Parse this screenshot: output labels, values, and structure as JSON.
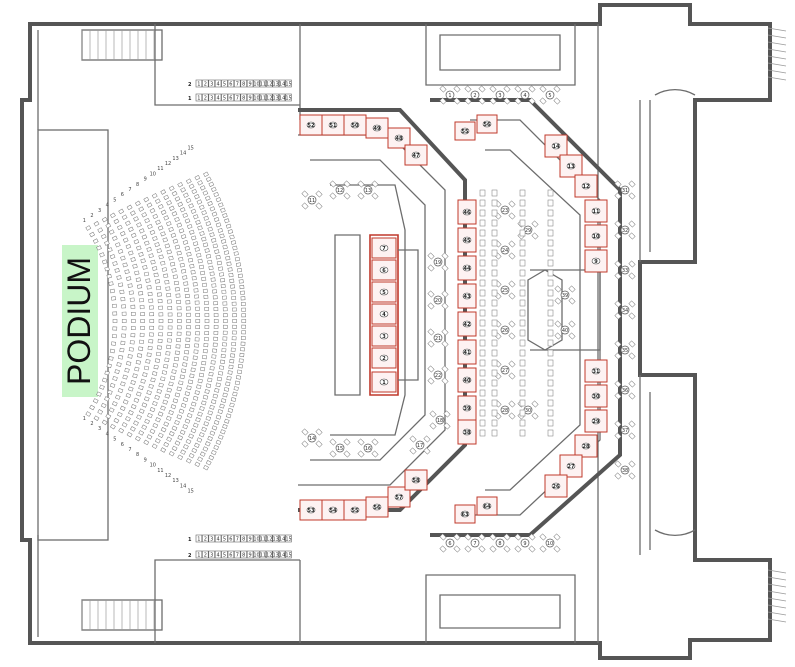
{
  "stage": {
    "label": "PODIUM",
    "fill_color": "#c8f5c8"
  },
  "colors": {
    "wall": "#555555",
    "box_outline": "#c0392b",
    "seat_outline": "#6d6d6d"
  },
  "top_balcony_rows": {
    "row_labels": [
      "2",
      "1"
    ],
    "seat_numbers": [
      "1",
      "2",
      "3",
      "4",
      "5",
      "6",
      "7",
      "8",
      "9",
      "10",
      "11",
      "12",
      "13",
      "14",
      "15"
    ]
  },
  "bottom_balcony_rows": {
    "row_labels": [
      "1",
      "2"
    ],
    "seat_numbers": [
      "1",
      "2",
      "3",
      "4",
      "5",
      "6",
      "7",
      "8",
      "9",
      "10",
      "11",
      "12",
      "13",
      "14",
      "15"
    ]
  },
  "stalls_row_numbers": [
    "1",
    "2",
    "3",
    "4",
    "5",
    "6",
    "7",
    "8",
    "9",
    "10",
    "11",
    "12",
    "13",
    "14",
    "15"
  ],
  "box_labels": {
    "upper_left": [
      "52",
      "51",
      "50",
      "49",
      "48",
      "47"
    ],
    "lower_left": [
      "53",
      "54",
      "55",
      "56",
      "57",
      "58"
    ],
    "inner_ring_right": [
      "46",
      "45",
      "44",
      "43",
      "42",
      "41",
      "40",
      "39",
      "38"
    ],
    "center_column": [
      "7",
      "6",
      "5",
      "4",
      "3",
      "2",
      "1"
    ],
    "outer_right_upper": [
      "14",
      "13",
      "12",
      "11",
      "10",
      "9"
    ],
    "outer_right_lower": [
      "31",
      "30",
      "29",
      "28",
      "27",
      "26"
    ],
    "corner_top": [
      "55",
      "56"
    ],
    "corner_bottom": [
      "63",
      "64"
    ]
  },
  "table_labels": [
    "1",
    "2",
    "3",
    "4",
    "5",
    "6",
    "7",
    "8",
    "9",
    "10",
    "11",
    "12",
    "13",
    "14",
    "15",
    "16",
    "17",
    "18",
    "19",
    "20",
    "21",
    "22",
    "23",
    "24",
    "25",
    "26",
    "27",
    "28",
    "29",
    "30",
    "31",
    "32",
    "33",
    "34",
    "35",
    "36",
    "37",
    "38",
    "39",
    "40"
  ]
}
